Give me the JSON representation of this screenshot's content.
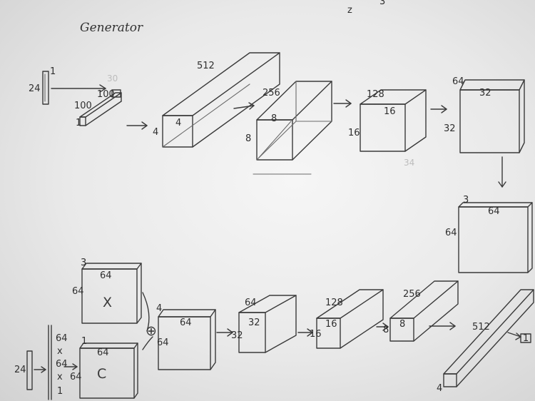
{
  "title": "Generator",
  "corner_labels": {
    "z": "z",
    "three": "3"
  },
  "top_row": {
    "input_vector": {
      "size": "24",
      "top": "1"
    },
    "small_block": {
      "width": "100",
      "height": "1",
      "depth_top": "30",
      "depth_inner": "100"
    },
    "block_512": {
      "length": "512",
      "side": "4",
      "front": "4"
    },
    "block_256": {
      "depth": "256",
      "front": "8",
      "side": "8"
    },
    "block_128": {
      "depth": "128",
      "front": "16",
      "side": "16"
    },
    "block_64": {
      "depth": "64",
      "front": "32",
      "side": "32",
      "faint": "34"
    },
    "output_image": {
      "channels": "3",
      "width": "64",
      "height": "64"
    }
  },
  "bottom_row": {
    "image_x": {
      "channels": "3",
      "width": "64",
      "height": "64",
      "letter": "X"
    },
    "condition_c": {
      "channels": "1",
      "width": "64",
      "height": "64",
      "letter": "C"
    },
    "condition_vector": {
      "size": "24"
    },
    "condition_dims": [
      "64",
      "x",
      "64",
      "x",
      "1"
    ],
    "concat": {
      "symbol": "⊕",
      "depth": "4",
      "width": "64",
      "height": "64"
    },
    "block_64_32": {
      "depth": "64",
      "width": "32",
      "side": "32"
    },
    "block_128_16": {
      "depth": "128",
      "width": "16",
      "side": "16"
    },
    "block_256_8": {
      "depth": "256",
      "width": "8",
      "side": "8"
    },
    "block_512_4": {
      "length": "512",
      "side": "4"
    },
    "output": {
      "value": "1"
    }
  }
}
